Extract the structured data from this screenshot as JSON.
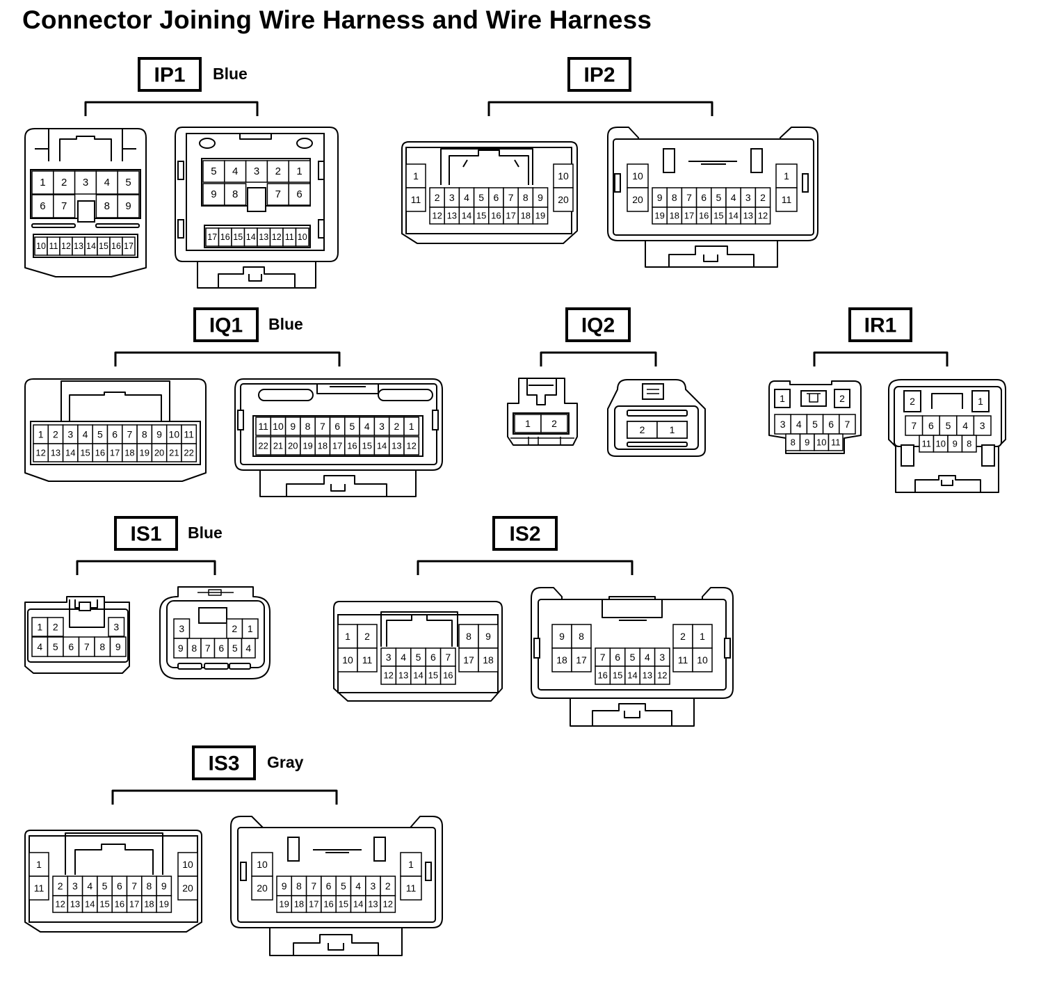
{
  "title": "Connector Joining Wire Harness and Wire Harness",
  "connectors": [
    {
      "code": "IP1",
      "color": "Blue",
      "left": {
        "rows": [
          [
            "1",
            "2",
            "3",
            "4",
            "5"
          ],
          [
            "6",
            "7",
            "",
            "8",
            "9"
          ],
          [
            "10",
            "11",
            "12",
            "13",
            "14",
            "15",
            "16",
            "17"
          ]
        ]
      },
      "right": {
        "rows": [
          [
            "5",
            "4",
            "3",
            "2",
            "1"
          ],
          [
            "9",
            "8",
            "",
            "7",
            "6"
          ],
          [
            "17",
            "16",
            "15",
            "14",
            "13",
            "12",
            "11",
            "10"
          ]
        ]
      }
    },
    {
      "code": "IP2",
      "color": "",
      "left": {
        "rows": [
          [
            "1",
            "11"
          ],
          [
            "2",
            "3",
            "4",
            "5",
            "6",
            "7",
            "8",
            "9"
          ],
          [
            "12",
            "13",
            "14",
            "15",
            "16",
            "17",
            "18",
            "19"
          ],
          [
            "10",
            "20"
          ]
        ]
      },
      "right": {
        "rows": [
          [
            "10",
            "20"
          ],
          [
            "9",
            "8",
            "7",
            "6",
            "5",
            "4",
            "3",
            "2"
          ],
          [
            "19",
            "18",
            "17",
            "16",
            "15",
            "14",
            "13",
            "12"
          ],
          [
            "1",
            "11"
          ]
        ]
      }
    },
    {
      "code": "IQ1",
      "color": "Blue",
      "left": {
        "rows": [
          [
            "1",
            "2",
            "3",
            "4",
            "5",
            "6",
            "7",
            "8",
            "9",
            "10",
            "11"
          ],
          [
            "12",
            "13",
            "14",
            "15",
            "16",
            "17",
            "18",
            "19",
            "20",
            "21",
            "22"
          ]
        ]
      },
      "right": {
        "rows": [
          [
            "11",
            "10",
            "9",
            "8",
            "7",
            "6",
            "5",
            "4",
            "3",
            "2",
            "1"
          ],
          [
            "22",
            "21",
            "20",
            "19",
            "18",
            "17",
            "16",
            "15",
            "14",
            "13",
            "12"
          ]
        ]
      }
    },
    {
      "code": "IQ2",
      "color": "",
      "left": {
        "rows": [
          [
            "1",
            "2"
          ]
        ]
      },
      "right": {
        "rows": [
          [
            "2",
            "1"
          ]
        ]
      }
    },
    {
      "code": "IR1",
      "color": "",
      "left": {
        "rows": [
          [
            "1",
            "2"
          ],
          [
            "3",
            "4",
            "5",
            "6",
            "7"
          ],
          [
            "8",
            "9",
            "10",
            "11"
          ]
        ]
      },
      "right": {
        "rows": [
          [
            "2",
            "1"
          ],
          [
            "7",
            "6",
            "5",
            "4",
            "3"
          ],
          [
            "11",
            "10",
            "9",
            "8"
          ]
        ]
      }
    },
    {
      "code": "IS1",
      "color": "Blue",
      "left": {
        "rows": [
          [
            "1",
            "2",
            "3"
          ],
          [
            "4",
            "5",
            "6",
            "7",
            "8",
            "9"
          ]
        ]
      },
      "right": {
        "rows": [
          [
            "3",
            "2",
            "1"
          ],
          [
            "9",
            "8",
            "7",
            "6",
            "5",
            "4"
          ]
        ]
      }
    },
    {
      "code": "IS2",
      "color": "",
      "left": {
        "rows": [
          [
            "1",
            "2",
            "10",
            "11"
          ],
          [
            "3",
            "4",
            "5",
            "6",
            "7"
          ],
          [
            "12",
            "13",
            "14",
            "15",
            "16"
          ],
          [
            "8",
            "9",
            "17",
            "18"
          ]
        ]
      },
      "right": {
        "rows": [
          [
            "9",
            "8",
            "18",
            "17"
          ],
          [
            "7",
            "6",
            "5",
            "4",
            "3"
          ],
          [
            "16",
            "15",
            "14",
            "13",
            "12"
          ],
          [
            "2",
            "1",
            "11",
            "10"
          ]
        ]
      }
    },
    {
      "code": "IS3",
      "color": "Gray",
      "left": {
        "rows": [
          [
            "1",
            "11"
          ],
          [
            "2",
            "3",
            "4",
            "5",
            "6",
            "7",
            "8",
            "9"
          ],
          [
            "12",
            "13",
            "14",
            "15",
            "16",
            "17",
            "18",
            "19"
          ],
          [
            "10",
            "20"
          ]
        ]
      },
      "right": {
        "rows": [
          [
            "10",
            "20"
          ],
          [
            "9",
            "8",
            "7",
            "6",
            "5",
            "4",
            "3",
            "2"
          ],
          [
            "19",
            "18",
            "17",
            "16",
            "15",
            "14",
            "13",
            "12"
          ],
          [
            "1",
            "11"
          ]
        ]
      }
    }
  ]
}
